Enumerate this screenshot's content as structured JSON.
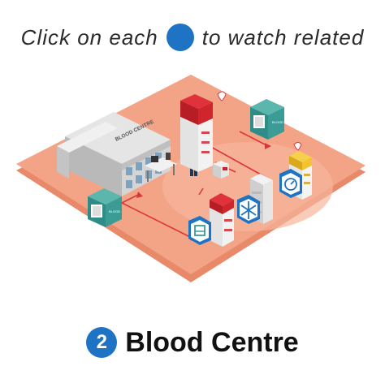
{
  "instruction": {
    "before": "Click on each",
    "after": "to watch related",
    "dot_color": "#1f73c4"
  },
  "scene": {
    "building_label": "BLOOD CENTRE",
    "unit_label": "BLOOD",
    "hotspot_icons": [
      "freezer-snowflake-icon",
      "temperature-gauge-icon",
      "screen-icon"
    ],
    "colors": {
      "floor": "#f4a486",
      "floor_edge": "#e8896a",
      "blood_red": "#c8202a",
      "teal": "#3b9c95",
      "yellow": "#f2c230",
      "arrow": "#d8383a",
      "icon_blue": "#1f73c4"
    }
  },
  "footer": {
    "number": "2",
    "title": "Blood Centre"
  }
}
